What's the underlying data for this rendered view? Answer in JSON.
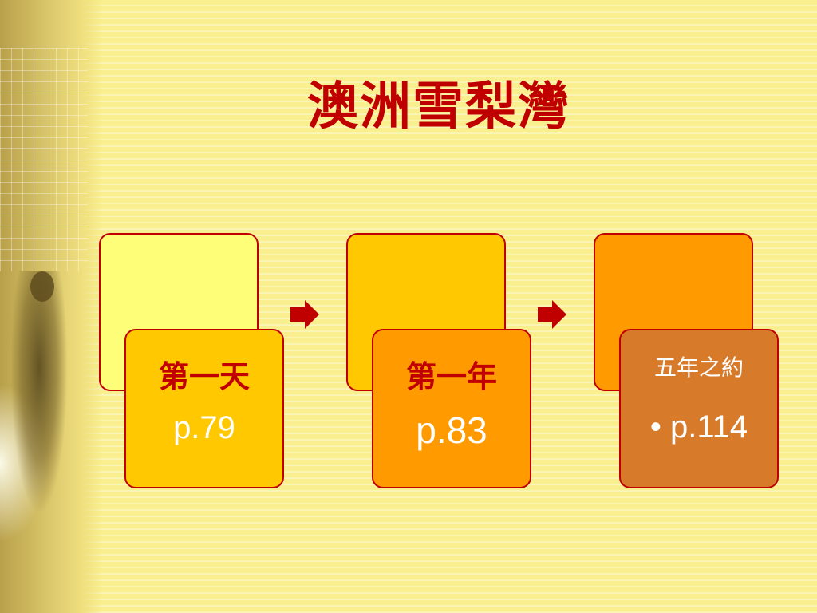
{
  "slide": {
    "title": "澳洲雪梨灣"
  },
  "steps": [
    {
      "title": "第一天",
      "page": "p.79"
    },
    {
      "title": "第一年",
      "page": "p.83"
    },
    {
      "title": "五年之約",
      "page": "• p.114"
    }
  ],
  "colors": {
    "background": "#f9ef8e",
    "accent": "#c00000",
    "back_card_1": "#fffe78",
    "front_card_1": "#ffc800",
    "back_card_2": "#ffc800",
    "front_card_2": "#ff9b00",
    "back_card_3": "#ff9b00",
    "front_card_3": "#d77a2a"
  },
  "icons": {
    "connector": "right-arrow-icon"
  }
}
